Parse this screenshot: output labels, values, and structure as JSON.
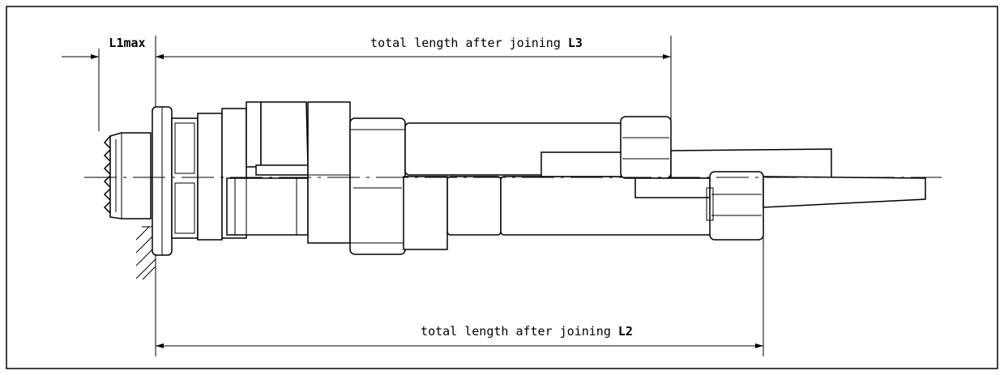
{
  "dimensions": {
    "l1": {
      "label": "L1max"
    },
    "l3": {
      "text": "total length after joining ",
      "code": "L3"
    },
    "l2": {
      "text": "total length after joining ",
      "code": "L2"
    }
  },
  "colors": {
    "line": "#000000",
    "background": "#ffffff"
  }
}
